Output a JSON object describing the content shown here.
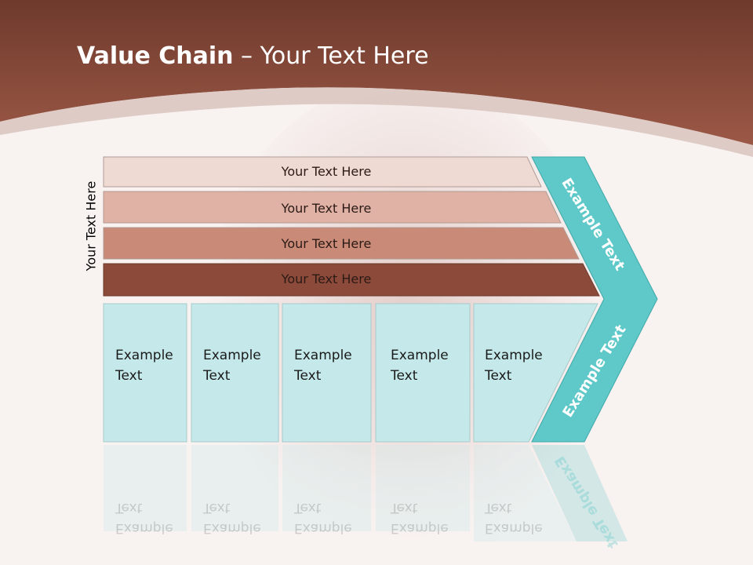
{
  "slide": {
    "title_bold": "Value Chain",
    "title_rest": " – Your Text Here",
    "side_label": "Your Text Here"
  },
  "bars": [
    {
      "label": "Your Text Here",
      "color": "#efd9d3"
    },
    {
      "label": "Your Text Here",
      "color": "#dfb2a5"
    },
    {
      "label": "Your Text Here",
      "color": "#c98b78"
    },
    {
      "label": "Your Text Here",
      "color": "#8c4a3a"
    }
  ],
  "boxes": [
    {
      "line1": "Example",
      "line2": "Text"
    },
    {
      "line1": "Example",
      "line2": "Text"
    },
    {
      "line1": "Example",
      "line2": "Text"
    },
    {
      "line1": "Example",
      "line2": "Text"
    },
    {
      "line1": "Example",
      "line2": "Text"
    }
  ],
  "chevron": {
    "upper_label": "Example Text",
    "lower_label": "Example Text",
    "color": "#5fc8c8"
  },
  "colors": {
    "header": "#8b4a3a",
    "box_fill": "#c5e9ea"
  }
}
